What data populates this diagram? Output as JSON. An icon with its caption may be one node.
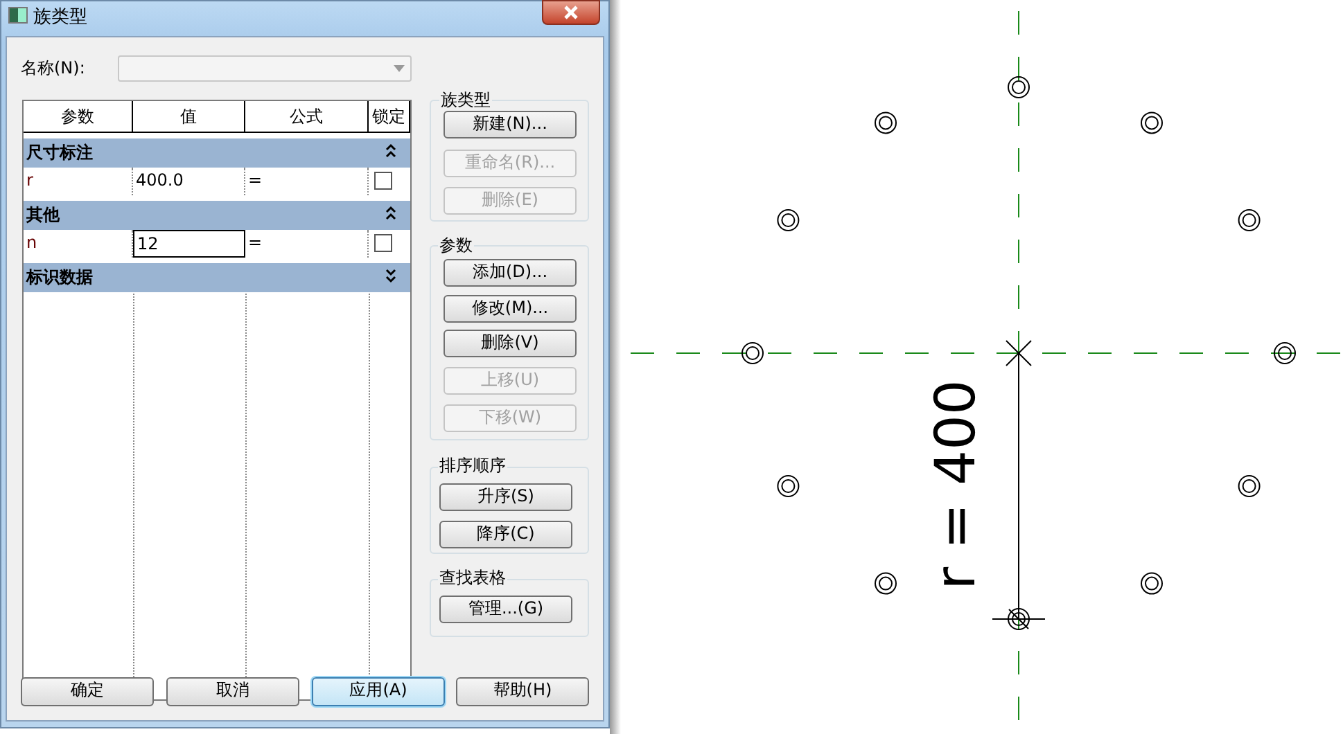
{
  "diagram": {
    "title": "族类型",
    "labels": [
      "名称(N):",
      "参数",
      "值",
      "公式",
      "锁定",
      "尺寸标注",
      "r",
      "400.0",
      "=",
      "其他",
      "n",
      "12",
      "=",
      "标识数据",
      "族类型",
      "新建(N)...",
      "重命名(R)...",
      "删除(E)",
      "参数",
      "添加(D)...",
      "修改(M)...",
      "删除(V)",
      "上移(U)",
      "下移(W)",
      "排序顺序",
      "升序(S)",
      "降序(C)",
      "查找表格",
      "管理...(G)",
      "确定",
      "取消",
      "应用(A)",
      "帮助(H)",
      "r = 400"
    ]
  }
}
